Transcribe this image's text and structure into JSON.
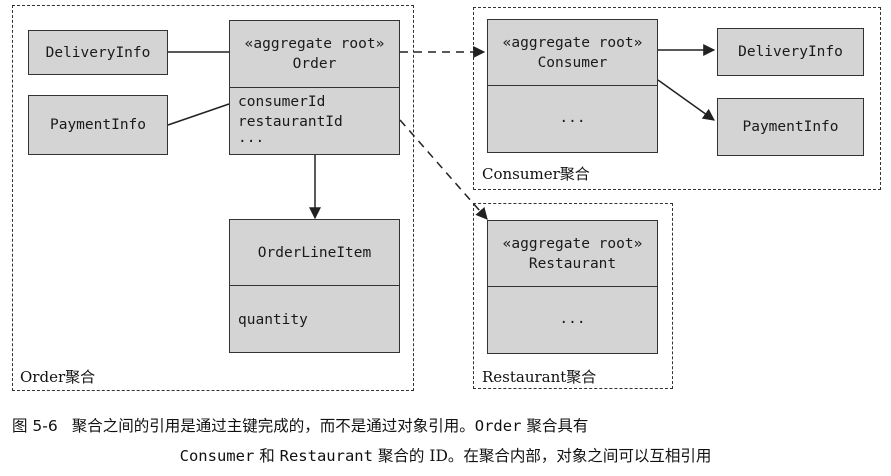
{
  "order_aggregate": {
    "label": "Order聚合",
    "delivery_info": "DeliveryInfo",
    "payment_info": "PaymentInfo",
    "order": {
      "stereotype": "«aggregate root»",
      "name": "Order",
      "fields": [
        "consumerId",
        "restaurantId",
        "..."
      ]
    },
    "order_line_item": {
      "name": "OrderLineItem",
      "fields": [
        "quantity"
      ]
    }
  },
  "consumer_aggregate": {
    "label": "Consumer聚合",
    "consumer": {
      "stereotype": "«aggregate root»",
      "name": "Consumer",
      "fields": [
        "..."
      ]
    },
    "delivery_info": "DeliveryInfo",
    "payment_info": "PaymentInfo"
  },
  "restaurant_aggregate": {
    "label": "Restaurant聚合",
    "restaurant": {
      "stereotype": "«aggregate root»",
      "name": "Restaurant",
      "fields": [
        "..."
      ]
    }
  },
  "caption": {
    "figure_number": "图 5-6",
    "line1_a": "聚合之间的引用是通过主键完成的，而不是通过对象引用。",
    "line1_b": "Order",
    "line1_c": " 聚合具有",
    "line2_a": "Consumer",
    "line2_b": " 和 ",
    "line2_c": "Restaurant",
    "line2_d": " 聚合的 ID。在聚合内部，对象之间可以互相引用"
  }
}
